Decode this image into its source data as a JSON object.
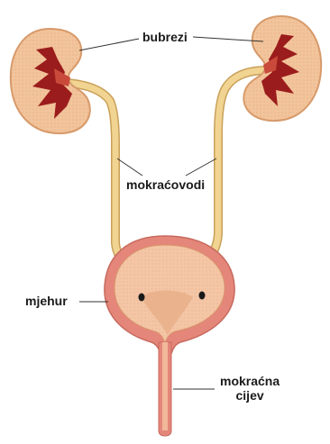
{
  "labels": {
    "kidneys": "bubrezi",
    "ureters": "mokraćovodi",
    "bladder": "mjehur",
    "urethra_line1": "mokraćna",
    "urethra_line2": "cijev"
  },
  "colors": {
    "kidney_outer": "#f2c49b",
    "kidney_edge": "#d79a6a",
    "kidney_inner": "#9b1c1c",
    "tube": "#f1d491",
    "tube_edge": "#c9a05a",
    "bladder_wall": "#e4867a",
    "bladder_inner": "#f4c6a6",
    "leader_line": "#333333"
  }
}
